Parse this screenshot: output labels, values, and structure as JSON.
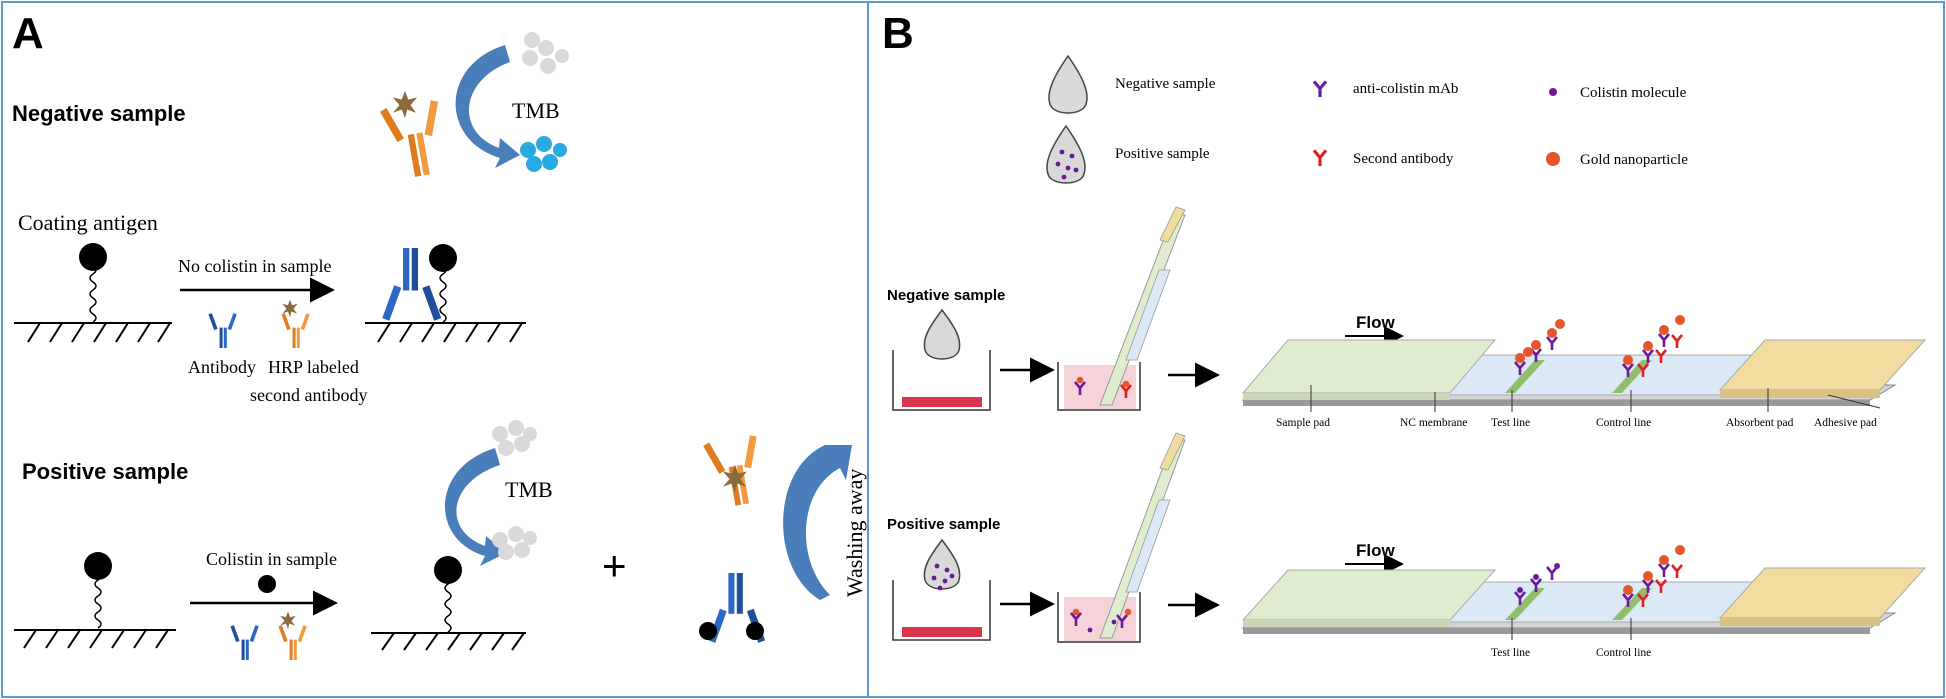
{
  "panel_a": {
    "letter": "A",
    "negative": {
      "heading": "Negative sample",
      "coating_label": "Coating antigen",
      "arrow_label": "No colistin in sample",
      "antibody_label": "Antibody",
      "hrp_label_line1": "HRP labeled",
      "hrp_label_line2": "second antibody",
      "tmb_label": "TMB"
    },
    "positive": {
      "heading": "Positive sample",
      "arrow_label": "Colistin in sample",
      "tmb_label": "TMB",
      "plus": "+",
      "washing_label": "Washing away"
    }
  },
  "panel_b": {
    "letter": "B",
    "legend": {
      "negative_sample": "Negative sample",
      "positive_sample": "Positive sample",
      "anti_colistin": "anti-colistin mAb",
      "second_antibody": "Second antibody",
      "colistin_molecule": "Colistin molecule",
      "gold_nanoparticle": "Gold nanoparticle"
    },
    "negative_row": {
      "label": "Negative sample",
      "flow": "Flow",
      "strip_labels": {
        "sample_pad": "Sample pad",
        "nc_membrane": "NC membrane",
        "test_line": "Test line",
        "control_line": "Control line",
        "absorbent_pad": "Absorbent pad",
        "adhesive_pad": "Adhesive pad"
      }
    },
    "positive_row": {
      "label": "Positive sample",
      "flow": "Flow",
      "test_line": "Test line",
      "control_line": "Control line"
    }
  },
  "colors": {
    "border": "#5b9bd5",
    "antibody_blue": "#1f4e9c",
    "hrp_orange": "#e07b1f",
    "tmb_blue": "#29abe2",
    "tmb_grey": "#d9d9d9",
    "arrow_blue": "#4a7ebb",
    "mab_purple": "#6a1b9a",
    "second_red": "#e0201f",
    "gold": "#e8552a",
    "sample_pad": "#dfeccd",
    "membrane": "#dbe8f5",
    "absorbent": "#f2dca0",
    "backing": "#c8c8c8",
    "liquid": "#d9344a"
  }
}
